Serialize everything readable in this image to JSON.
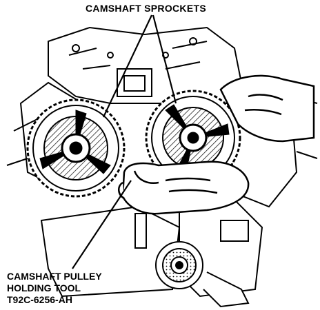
{
  "labels": {
    "camshaft_sprockets": "CAMSHAFT SPROCKETS",
    "tool_line1": "CAMSHAFT PULLEY",
    "tool_line2": "HOLDING TOOL",
    "tool_line3": "T92C-6256-AH"
  },
  "colors": {
    "ink": "#000000",
    "paper": "#ffffff"
  }
}
